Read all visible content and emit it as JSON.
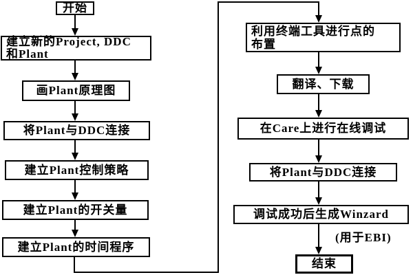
{
  "flowchart": {
    "colors": {
      "line": "#000000",
      "background": "#ffffff",
      "box_fill": "#ffffff"
    },
    "left_column": {
      "start": "开始",
      "new_project_line1": "建立新的Project, DDC",
      "new_project_line2": "和Plant",
      "draw_plant_diagram": "画Plant原理图",
      "connect_plant_ddc": "将Plant与DDC连接",
      "plant_control_strategy": "建立Plant控制策略",
      "plant_switch_quantity": "建立Plant的开关量",
      "plant_time_program": "建立Plant的时间程序"
    },
    "right_column": {
      "terminal_tool_line1": "利用终端工具进行点的",
      "terminal_tool_line2": "布置",
      "translate_download": "翻译、下载",
      "online_debug_care": "在Care上进行在线调试",
      "connect_plant_ddc": "将Plant与DDC连接",
      "generate_winzard": "调试成功后生成Winzard",
      "winzard_note": "(用于EBI)",
      "end": "结束"
    }
  }
}
